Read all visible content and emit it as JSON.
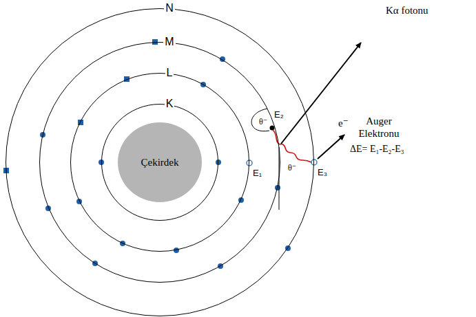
{
  "diagram": {
    "nodes": [
      {
        "text": [
          "N"
        ]
      },
      {
        "text": [
          "M"
        ],
        "in": 0
      },
      {
        "text": [
          "L"
        ],
        "in": 1
      },
      {
        "text": [
          "K"
        ],
        "in": 2
      },
      {
        "text": [
          "Çekirdek"
        ],
        "in": 3
      }
    ],
    "labels": [
      "Kα fotonu",
      "E₂",
      "θ⁻",
      "E₁",
      "θ⁻",
      "E₃",
      "e⁻",
      "Auger Elektronu",
      "ΔE= E₁-E₂-E₃"
    ]
  }
}
